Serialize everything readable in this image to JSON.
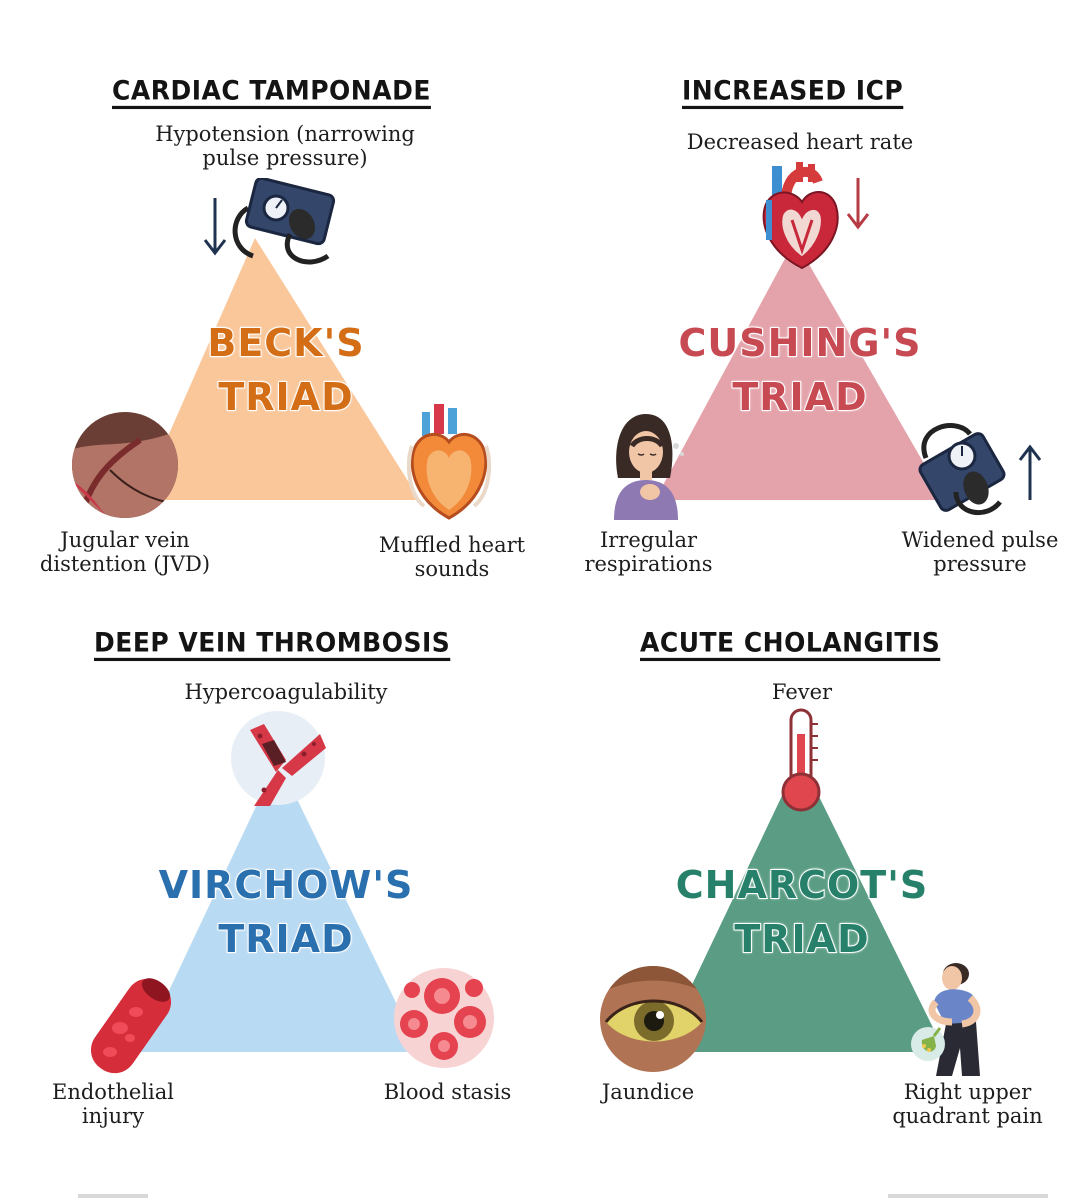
{
  "panels": [
    {
      "title": "CARDIAC TAMPONADE",
      "triad_name": "BECK'S\nTRIAD",
      "top_label": "Hypotension (narrowing\npulse pressure)",
      "left_label": "Jugular vein\ndistention (JVD)",
      "right_label": "Muffled heart\nsounds",
      "colors": {
        "triangle": "#f9c79a",
        "text": "#d36d16"
      },
      "icons": {
        "top": "blood-pressure-cuff-icon",
        "top_arrow": "down-arrow-icon",
        "left": "neck-vein-icon",
        "right": "heart-icon"
      }
    },
    {
      "title": "INCREASED ICP",
      "triad_name": "CUSHING'S\nTRIAD",
      "top_label": "Decreased heart rate",
      "left_label": "Irregular\nrespirations",
      "right_label": "Widened pulse\npressure",
      "colors": {
        "triangle": "#e4a3ab",
        "text": "#c74a53"
      },
      "icons": {
        "top": "heart-icon",
        "top_arrow": "down-arrow-icon",
        "left": "breathing-woman-icon",
        "right": "blood-pressure-cuff-icon",
        "right_arrow": "up-arrow-icon"
      }
    },
    {
      "title": "DEEP VEIN THROMBOSIS",
      "triad_name": "VIRCHOW'S\nTRIAD",
      "top_label": "Hypercoagulability",
      "left_label": "Endothelial\ninjury",
      "right_label": "Blood stasis",
      "colors": {
        "triangle": "#b9daf3",
        "text": "#2a6fae"
      },
      "icons": {
        "top": "clotted-vessel-icon",
        "left": "blood-vessel-icon",
        "right": "blood-cells-icon"
      }
    },
    {
      "title": "ACUTE CHOLANGITIS",
      "triad_name": "CHARCOT'S\nTRIAD",
      "top_label": "Fever",
      "left_label": "Jaundice",
      "right_label": "Right upper\nquadrant pain",
      "colors": {
        "triangle": "#5a9d84",
        "text": "#27806a"
      },
      "icons": {
        "top": "thermometer-icon",
        "left": "yellow-eye-icon",
        "right": "abdominal-pain-person-icon"
      }
    }
  ]
}
